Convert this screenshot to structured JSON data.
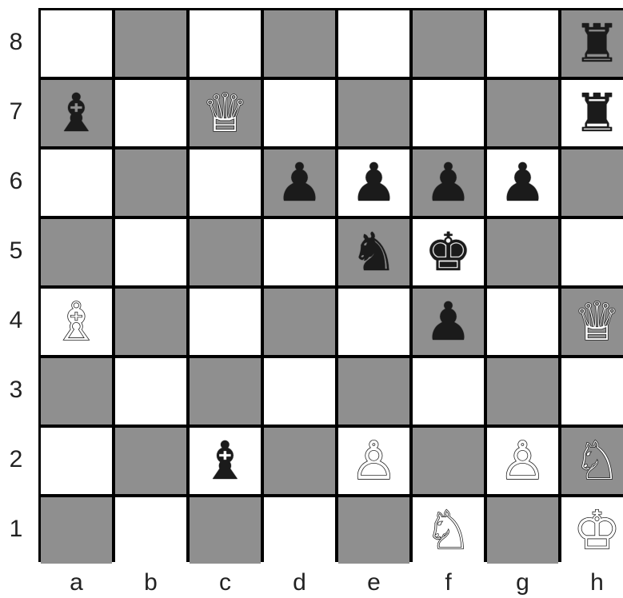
{
  "board": {
    "files": [
      "a",
      "b",
      "c",
      "d",
      "e",
      "f",
      "g",
      "h"
    ],
    "ranks": [
      "8",
      "7",
      "6",
      "5",
      "4",
      "3",
      "2",
      "1"
    ],
    "light_color": "#ffffff",
    "dark_color": "#8f8f8f",
    "squares": [
      {
        "sq": "a8",
        "piece": null
      },
      {
        "sq": "b8",
        "piece": null
      },
      {
        "sq": "c8",
        "piece": null
      },
      {
        "sq": "d8",
        "piece": null
      },
      {
        "sq": "e8",
        "piece": null
      },
      {
        "sq": "f8",
        "piece": null
      },
      {
        "sq": "g8",
        "piece": null
      },
      {
        "sq": "h8",
        "piece": {
          "type": "rook",
          "color": "black",
          "glyph": "♜"
        }
      },
      {
        "sq": "a7",
        "piece": {
          "type": "bishop",
          "color": "black",
          "glyph": "♝"
        }
      },
      {
        "sq": "b7",
        "piece": null
      },
      {
        "sq": "c7",
        "piece": {
          "type": "queen",
          "color": "white",
          "glyph": "♕"
        }
      },
      {
        "sq": "d7",
        "piece": null
      },
      {
        "sq": "e7",
        "piece": null
      },
      {
        "sq": "f7",
        "piece": null
      },
      {
        "sq": "g7",
        "piece": null
      },
      {
        "sq": "h7",
        "piece": {
          "type": "rook",
          "color": "black",
          "glyph": "♜"
        }
      },
      {
        "sq": "a6",
        "piece": null
      },
      {
        "sq": "b6",
        "piece": null
      },
      {
        "sq": "c6",
        "piece": null
      },
      {
        "sq": "d6",
        "piece": {
          "type": "pawn",
          "color": "black",
          "glyph": "♟"
        }
      },
      {
        "sq": "e6",
        "piece": {
          "type": "pawn",
          "color": "black",
          "glyph": "♟"
        }
      },
      {
        "sq": "f6",
        "piece": {
          "type": "pawn",
          "color": "black",
          "glyph": "♟"
        }
      },
      {
        "sq": "g6",
        "piece": {
          "type": "pawn",
          "color": "black",
          "glyph": "♟"
        }
      },
      {
        "sq": "h6",
        "piece": null
      },
      {
        "sq": "a5",
        "piece": null
      },
      {
        "sq": "b5",
        "piece": null
      },
      {
        "sq": "c5",
        "piece": null
      },
      {
        "sq": "d5",
        "piece": null
      },
      {
        "sq": "e5",
        "piece": {
          "type": "knight",
          "color": "black",
          "glyph": "♞"
        }
      },
      {
        "sq": "f5",
        "piece": {
          "type": "king",
          "color": "black",
          "glyph": "♚"
        }
      },
      {
        "sq": "g5",
        "piece": null
      },
      {
        "sq": "h5",
        "piece": null
      },
      {
        "sq": "a4",
        "piece": {
          "type": "bishop",
          "color": "white",
          "glyph": "♗"
        }
      },
      {
        "sq": "b4",
        "piece": null
      },
      {
        "sq": "c4",
        "piece": null
      },
      {
        "sq": "d4",
        "piece": null
      },
      {
        "sq": "e4",
        "piece": null
      },
      {
        "sq": "f4",
        "piece": {
          "type": "pawn",
          "color": "black",
          "glyph": "♟"
        }
      },
      {
        "sq": "g4",
        "piece": null
      },
      {
        "sq": "h4",
        "piece": {
          "type": "queen",
          "color": "white",
          "glyph": "♕"
        }
      },
      {
        "sq": "a3",
        "piece": null
      },
      {
        "sq": "b3",
        "piece": null
      },
      {
        "sq": "c3",
        "piece": null
      },
      {
        "sq": "d3",
        "piece": null
      },
      {
        "sq": "e3",
        "piece": null
      },
      {
        "sq": "f3",
        "piece": null
      },
      {
        "sq": "g3",
        "piece": null
      },
      {
        "sq": "h3",
        "piece": null
      },
      {
        "sq": "a2",
        "piece": null
      },
      {
        "sq": "b2",
        "piece": null
      },
      {
        "sq": "c2",
        "piece": {
          "type": "bishop",
          "color": "black",
          "glyph": "♝"
        }
      },
      {
        "sq": "d2",
        "piece": null
      },
      {
        "sq": "e2",
        "piece": {
          "type": "pawn",
          "color": "white",
          "glyph": "♙"
        }
      },
      {
        "sq": "f2",
        "piece": null
      },
      {
        "sq": "g2",
        "piece": {
          "type": "pawn",
          "color": "white",
          "glyph": "♙"
        }
      },
      {
        "sq": "h2",
        "piece": {
          "type": "knight",
          "color": "white",
          "glyph": "♘"
        }
      },
      {
        "sq": "a1",
        "piece": null
      },
      {
        "sq": "b1",
        "piece": null
      },
      {
        "sq": "c1",
        "piece": null
      },
      {
        "sq": "d1",
        "piece": null
      },
      {
        "sq": "e1",
        "piece": null
      },
      {
        "sq": "f1",
        "piece": {
          "type": "knight",
          "color": "white",
          "glyph": "♘"
        }
      },
      {
        "sq": "g1",
        "piece": null
      },
      {
        "sq": "h1",
        "piece": {
          "type": "king",
          "color": "white",
          "glyph": "♔"
        }
      }
    ]
  }
}
